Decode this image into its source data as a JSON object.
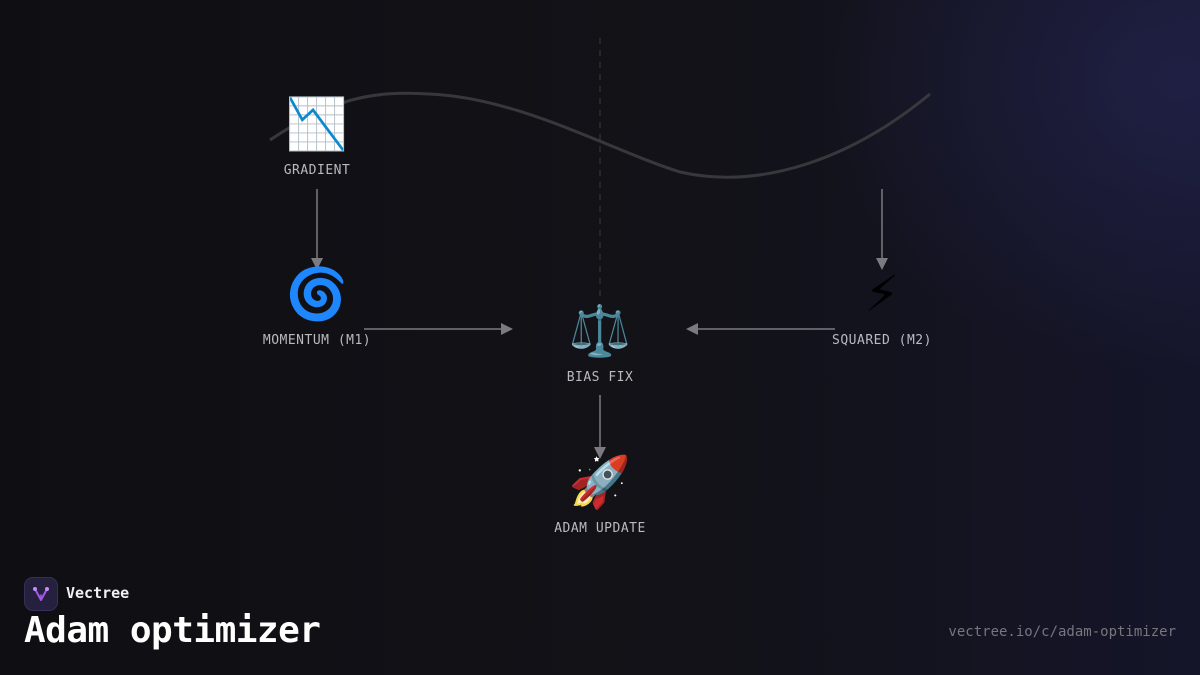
{
  "nodes": {
    "gradient": {
      "icon": "📉",
      "icon_name": "chart-decreasing-icon",
      "label": "GRADIENT"
    },
    "momentum": {
      "icon": "🌀",
      "icon_name": "cyclone-icon",
      "label": "MOMENTUM (M1)"
    },
    "squared": {
      "icon": "⚡",
      "icon_name": "lightning-icon",
      "label": "SQUARED (M2)"
    },
    "bias_fix": {
      "icon": "⚖️",
      "icon_name": "balance-scale-icon",
      "label": "BIAS FIX"
    },
    "adam_update": {
      "icon": "🚀",
      "icon_name": "rocket-icon",
      "label": "ADAM UPDATE"
    }
  },
  "edges": [
    {
      "from": "gradient",
      "to": "momentum"
    },
    {
      "from": "momentum",
      "to": "bias_fix"
    },
    {
      "from": "squared",
      "to": "bias_fix"
    },
    {
      "from": "bias_fix",
      "to": "adam_update"
    },
    {
      "from": "loss_curve",
      "to": "squared"
    }
  ],
  "brand": {
    "name": "Vectree",
    "accent": "#a259e6"
  },
  "title": "Adam optimizer",
  "url": "vectree.io/c/adam-optimizer",
  "colors": {
    "background": "#111116",
    "arrow": "#7a7a80",
    "curve": "#3a3a3e",
    "label": "#b9b9c0"
  }
}
